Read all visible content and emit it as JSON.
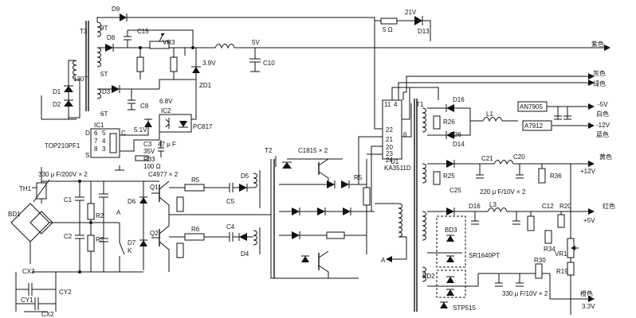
{
  "labels": {
    "d9": "D9",
    "t3": "T3",
    "9t": "9T",
    "d8": "D8",
    "c15": "C15",
    "vr3": "VR3",
    "5t": "5T",
    "d3": "D3",
    "c8": "C8",
    "6t": "6T",
    "130t": "130T",
    "d1": "D1",
    "d2": "D2",
    "v39": "3.9V",
    "zd1": "ZD1",
    "v68": "6.8V",
    "ic1": "IC1",
    "ic2": "IC2",
    "pc817": "PC817",
    "top": "TOP210PF1",
    "v51": "5.1V",
    "c3": "C3",
    "c3v": "47 μ F",
    "v35": "35V",
    "r33": "R33",
    "r33v": "100 Ω",
    "d_s": "D",
    "s_s": "S",
    "c_s": "C",
    "r5ohm": "5 Ω",
    "v21": "21V",
    "d13": "D13",
    "v5": "5V",
    "c10": "C10",
    "purple": "紫色",
    "gray": "灰色",
    "green": "绿色",
    "cap330": "330 μ F/200V × 2",
    "c4977": "C4977 × 2",
    "c1815": "C1815 × 2",
    "th1": "TH1",
    "bd1": "BD1",
    "c1": "C1",
    "c2": "C2",
    "r2": "R2",
    "r3": "R3",
    "a": "A",
    "k": "K",
    "d6": "D6",
    "d7": "D7",
    "q1": "Q1",
    "q2": "Q2",
    "r5": "R5",
    "r6": "R6",
    "d5": "D5",
    "c5": "C5",
    "c4": "C4",
    "d4": "D4",
    "cx3": "CX3",
    "cy1": "CY1",
    "cy2": "CY2",
    "cx2": "CX2",
    "t2": "T2",
    "r5b": "R5",
    "ka": "KA3511D",
    "u1": "U1",
    "p11": "11",
    "p4": "4",
    "p22": "22",
    "p21": "21",
    "p20": "20",
    "p23": "23",
    "p24": "24",
    "p6": "6",
    "a2": "A",
    "t1": "T1",
    "d16": "D16",
    "r26": "R26",
    "c26": "C26",
    "d14": "D14",
    "l1": "L1",
    "an7905": "AN7905",
    "a7912": "A7912",
    "m5v": "-5V",
    "white": "白色",
    "m12v": "-12V",
    "blue": "蓝色",
    "r25": "R25",
    "c21": "C21",
    "c20": "C20",
    "r36": "R36",
    "yellow": "黄色",
    "p12v": "+12V",
    "c25": "C25",
    "cap220": "220 μ F/10V × 2",
    "d16b": "D16",
    "l3": "L3",
    "c12": "C12",
    "r20": "R20",
    "red": "红色",
    "p5v": "+5V",
    "bd3": "BD3",
    "sr1640": "SR1640PT",
    "r34": "R34",
    "vr1": "VR1",
    "r30": "R30",
    "r19": "R19",
    "bd2": "BD2",
    "cap330b": "330 μ F/10V × 2",
    "orange": "橙色",
    "stp": "STP515",
    "v33": "3.3V"
  }
}
